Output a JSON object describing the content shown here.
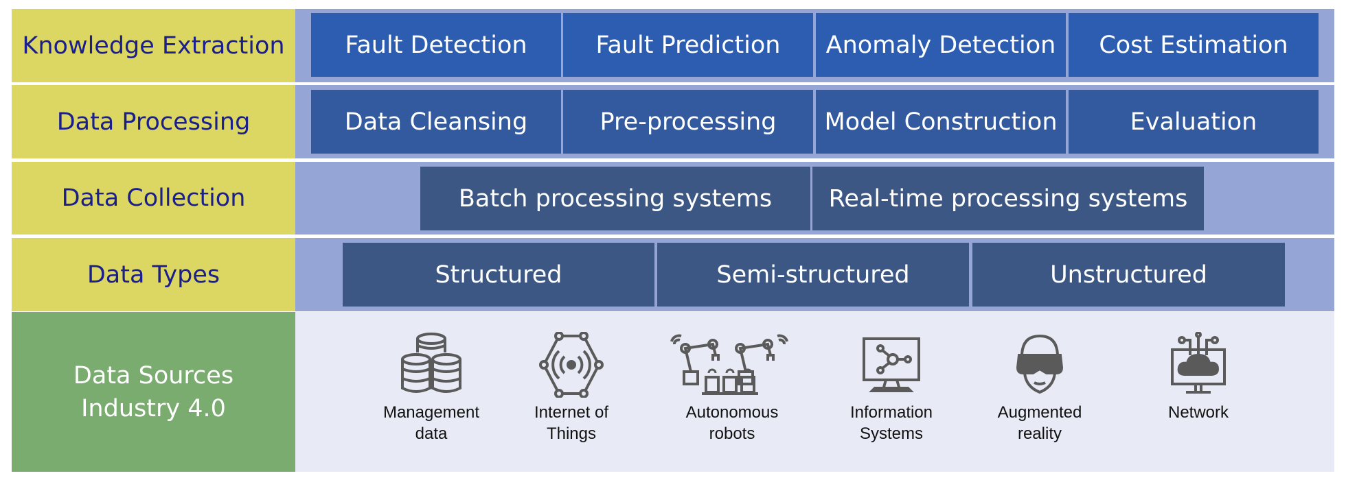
{
  "layers": [
    {
      "label": "Knowledge Extraction",
      "items": [
        "Fault Detection",
        "Fault Prediction",
        "Anomaly Detection",
        "Cost Estimation"
      ]
    },
    {
      "label": "Data Processing",
      "items": [
        "Data Cleansing",
        "Pre-processing",
        "Model Construction",
        "Evaluation"
      ]
    },
    {
      "label": "Data Collection",
      "items": [
        "Batch processing systems",
        "Real-time processing systems"
      ]
    },
    {
      "label": "Data Types",
      "items": [
        "Structured",
        "Semi-structured",
        "Unstructured"
      ]
    }
  ],
  "sources": {
    "label_line1": "Data Sources",
    "label_line2": "Industry 4.0",
    "items": [
      {
        "icon": "database-icon",
        "line1": "Management",
        "line2": "data"
      },
      {
        "icon": "iot-icon",
        "line1": "Internet of",
        "line2": "Things"
      },
      {
        "icon": "robot-arms-icon",
        "line1": "Autonomous",
        "line2": "robots"
      },
      {
        "icon": "monitor-network-icon",
        "line1": "Information",
        "line2": "Systems"
      },
      {
        "icon": "vr-headset-icon",
        "line1": "Augmented",
        "line2": "reality"
      },
      {
        "icon": "cloud-network-icon",
        "line1": "Network",
        "line2": ""
      }
    ]
  },
  "colors": {
    "label_yellow": "#dcd662",
    "label_green": "#7aab6f",
    "band_blue": "#94a5d6",
    "band_light": "#e8ebf5",
    "box_bright": "#2c5db0",
    "box_dark": "#3c5784",
    "label_text": "#1a1f8c",
    "icon_gray": "#5a5a5a"
  }
}
